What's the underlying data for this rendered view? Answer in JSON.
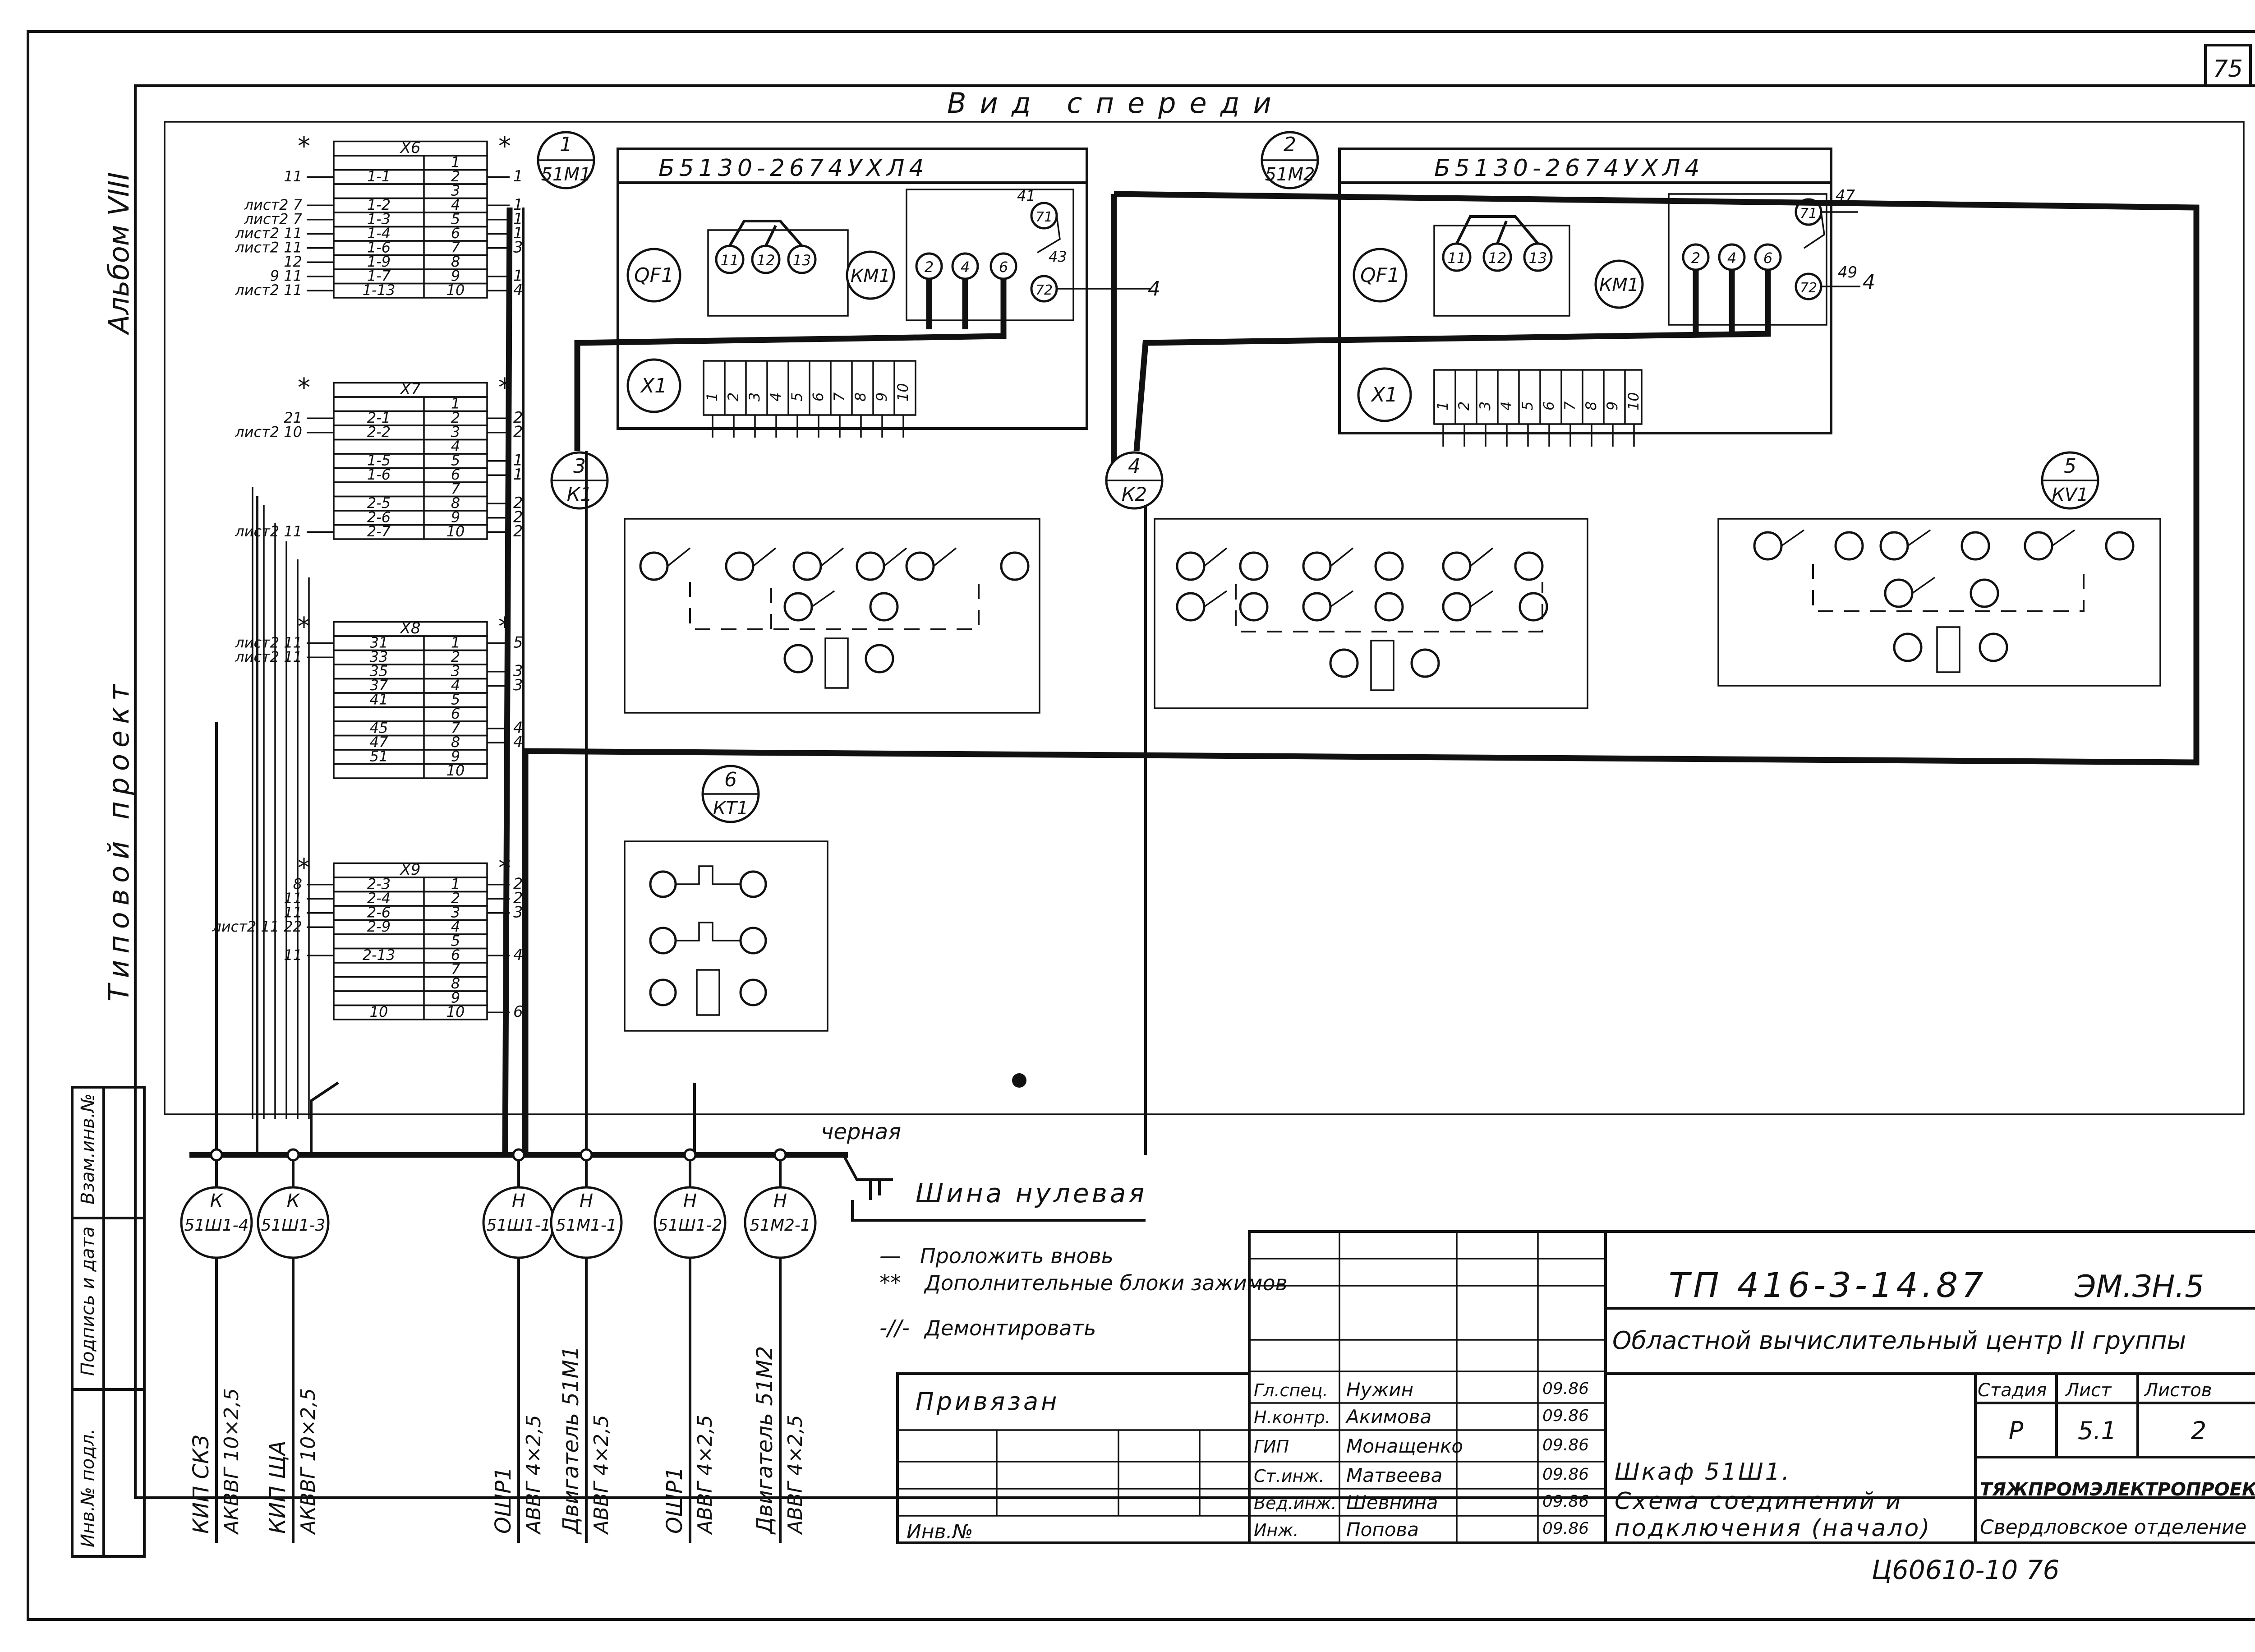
{
  "sheet": {
    "page_no": "75",
    "view_title": "Вид спереди",
    "album_label": "Альбом VIII",
    "project_type": "Типовой проект",
    "bottom_code": "Ц60610-10  76"
  },
  "left_strip": {
    "cols": [
      "Взам.инв.№",
      "Подпись и дата",
      "Инв.№ подл."
    ]
  },
  "devices": [
    {
      "num": "1",
      "code": "51М1",
      "cabinet": "Б5130-2674УХЛ4",
      "qf": "QF1",
      "km": "КМ1",
      "x1": "Х1",
      "pins": [
        "11",
        "12",
        "13"
      ],
      "outs": [
        "2",
        "4",
        "6"
      ],
      "aux": [
        "71",
        "72",
        "41",
        "43"
      ],
      "tail": "4"
    },
    {
      "num": "2",
      "code": "51М2",
      "cabinet": "Б5130-2674УХЛ4",
      "qf": "QF1",
      "km": "КМ1",
      "x1": "Х1",
      "pins": [
        "11",
        "12",
        "13"
      ],
      "outs": [
        "2",
        "4",
        "6"
      ],
      "aux": [
        "71",
        "72",
        "47",
        "49"
      ],
      "tail": "4"
    }
  ],
  "terminal_strip": {
    "headers": [
      "Х6",
      "Х7",
      "Х8",
      "Х9"
    ],
    "x6_rows": [
      {
        "l": "",
        "c": "",
        "n": "1",
        "r": ""
      },
      {
        "l": "11",
        "c": "1-1",
        "n": "2",
        "r": "1"
      },
      {
        "l": "",
        "c": "",
        "n": "3",
        "r": ""
      },
      {
        "l": "лист2 7",
        "c": "1-2",
        "n": "4",
        "r": "1"
      },
      {
        "l": "лист2 7",
        "c": "1-3",
        "n": "5",
        "r": "1"
      },
      {
        "l": "лист2 11",
        "c": "1-4",
        "n": "6",
        "r": "1"
      },
      {
        "l": "лист2 11",
        "c": "1-6",
        "n": "7",
        "r": "3"
      },
      {
        "l": "12",
        "c": "1-9",
        "n": "8",
        "r": ""
      },
      {
        "l": "9  11",
        "c": "1-7",
        "n": "9",
        "r": "1"
      },
      {
        "l": "лист2 11",
        "c": "1-13",
        "n": "10",
        "r": "4"
      }
    ],
    "x7_rows": [
      {
        "l": "",
        "c": "",
        "n": "1",
        "r": ""
      },
      {
        "l": "21",
        "c": "2-1",
        "n": "2",
        "r": "2"
      },
      {
        "l": "лист2 10",
        "c": "2-2",
        "n": "3",
        "r": "2"
      },
      {
        "l": "",
        "c": "",
        "n": "4",
        "r": ""
      },
      {
        "l": "",
        "c": "1-5",
        "n": "5",
        "r": "1"
      },
      {
        "l": "",
        "c": "1-6",
        "n": "6",
        "r": "1"
      },
      {
        "l": "",
        "c": "",
        "n": "7",
        "r": ""
      },
      {
        "l": "",
        "c": "2-5",
        "n": "8",
        "r": "2"
      },
      {
        "l": "",
        "c": "2-6",
        "n": "9",
        "r": "2"
      },
      {
        "l": "лист2 11",
        "c": "2-7",
        "n": "10",
        "r": "2"
      }
    ],
    "x8_rows": [
      {
        "l": "лист2 11",
        "c": "31",
        "n": "1",
        "r": "5"
      },
      {
        "l": "лист2 11",
        "c": "33",
        "n": "2",
        "r": ""
      },
      {
        "l": "",
        "c": "35",
        "n": "3",
        "r": "3"
      },
      {
        "l": "",
        "c": "37",
        "n": "4",
        "r": "3"
      },
      {
        "l": "",
        "c": "41",
        "n": "5",
        "r": ""
      },
      {
        "l": "",
        "c": "",
        "n": "6",
        "r": ""
      },
      {
        "l": "",
        "c": "45",
        "n": "7",
        "r": "4"
      },
      {
        "l": "",
        "c": "47",
        "n": "8",
        "r": "4"
      },
      {
        "l": "",
        "c": "51",
        "n": "9",
        "r": ""
      },
      {
        "l": "",
        "c": "",
        "n": "10",
        "r": ""
      }
    ],
    "x9_rows": [
      {
        "l": "8",
        "c": "2-3",
        "n": "1",
        "r": "2"
      },
      {
        "l": "11",
        "c": "2-4",
        "n": "2",
        "r": "2"
      },
      {
        "l": "11",
        "c": "2-6",
        "n": "3",
        "r": "3"
      },
      {
        "l": "лист2 11  22",
        "c": "2-9",
        "n": "4",
        "r": ""
      },
      {
        "l": "",
        "c": "",
        "n": "5",
        "r": ""
      },
      {
        "l": "11",
        "c": "2-13",
        "n": "6",
        "r": "4"
      },
      {
        "l": "",
        "c": "",
        "n": "7",
        "r": ""
      },
      {
        "l": "",
        "c": "",
        "n": "8",
        "r": ""
      },
      {
        "l": "",
        "c": "",
        "n": "9",
        "r": ""
      },
      {
        "l": "",
        "c": "10",
        "n": "10",
        "r": "6"
      }
    ]
  },
  "relays": {
    "k1": {
      "num": "3",
      "code": "К1"
    },
    "k2": {
      "num": "4",
      "code": "К2"
    },
    "kv1": {
      "num": "5",
      "code": "КV1"
    },
    "kt1": {
      "num": "6",
      "code": "КТ1"
    }
  },
  "bus": {
    "label": "черная",
    "name": "Шина нулевая"
  },
  "cables": [
    {
      "kind": "К",
      "code": "51Ш1-4",
      "dest": "КИП СКЗ",
      "spec": "АКВВГ 10×2,5"
    },
    {
      "kind": "К",
      "code": "51Ш1-3",
      "dest": "КИП ЩА",
      "spec": "АКВВГ 10×2,5"
    },
    {
      "kind": "Н",
      "code": "51Ш1-1",
      "dest": "ОШР1",
      "spec": "АВВГ 4×2,5"
    },
    {
      "kind": "Н",
      "code": "51М1-1",
      "dest": "Двигатель 51М1",
      "spec": "АВВГ 4×2,5"
    },
    {
      "kind": "Н",
      "code": "51Ш1-2",
      "dest": "ОШР1",
      "spec": "АВВГ 4×2,5"
    },
    {
      "kind": "Н",
      "code": "51М2-1",
      "dest": "Двигатель 51М2",
      "spec": "АВВГ 4×2,5"
    }
  ],
  "legend": [
    {
      "sym": "—",
      "text": "Проложить вновь"
    },
    {
      "sym": "**",
      "text": "Дополнительные блоки зажимов"
    },
    {
      "sym": "-//-",
      "text": "Демонтировать"
    }
  ],
  "title_block": {
    "doc_code": "ТП 416-3-14.87",
    "doc_part": "ЭМ.ЗН.5",
    "project": "Областной вычислительный центр II группы",
    "privyazan": "Привязан",
    "inv": "Инв.№",
    "staff": [
      {
        "role": "Гл.спец.",
        "name": "Нужин",
        "date": "09.86"
      },
      {
        "role": "Н.контр.",
        "name": "Акимова",
        "date": "09.86"
      },
      {
        "role": "ГИП",
        "name": "Монащенко",
        "date": "09.86"
      },
      {
        "role": "Ст.инж.",
        "name": "Матвеева",
        "date": "09.86"
      },
      {
        "role": "Вед.инж.",
        "name": "Шевнина",
        "date": "09.86"
      },
      {
        "role": "Инж.",
        "name": "Попова",
        "date": "09.86"
      }
    ],
    "drawing_title": [
      "Шкаф 51Ш1.",
      "Схема соединений и",
      "подключения (начало)"
    ],
    "stage_h": "Стадия",
    "sheet_h": "Лист",
    "sheets_h": "Листов",
    "stage": "Р",
    "sheet": "5.1",
    "sheets": "2",
    "org": "ТЯЖПРОМЭЛЕКТРОПРОЕКТ",
    "branch": "Свердловское отделение"
  }
}
